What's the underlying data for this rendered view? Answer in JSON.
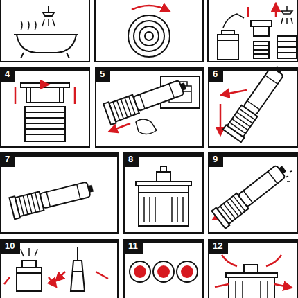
{
  "diagram": {
    "nodes": [
      {
        "text": [
          "4"
        ]
      },
      {
        "text": [
          "5"
        ]
      },
      {
        "text": [
          "6"
        ]
      },
      {
        "text": [
          "7"
        ]
      },
      {
        "text": [
          "8"
        ]
      },
      {
        "text": [
          "9"
        ]
      },
      {
        "text": [
          "10"
        ]
      },
      {
        "text": [
          "11"
        ]
      },
      {
        "text": [
          "12"
        ]
      }
    ]
  }
}
